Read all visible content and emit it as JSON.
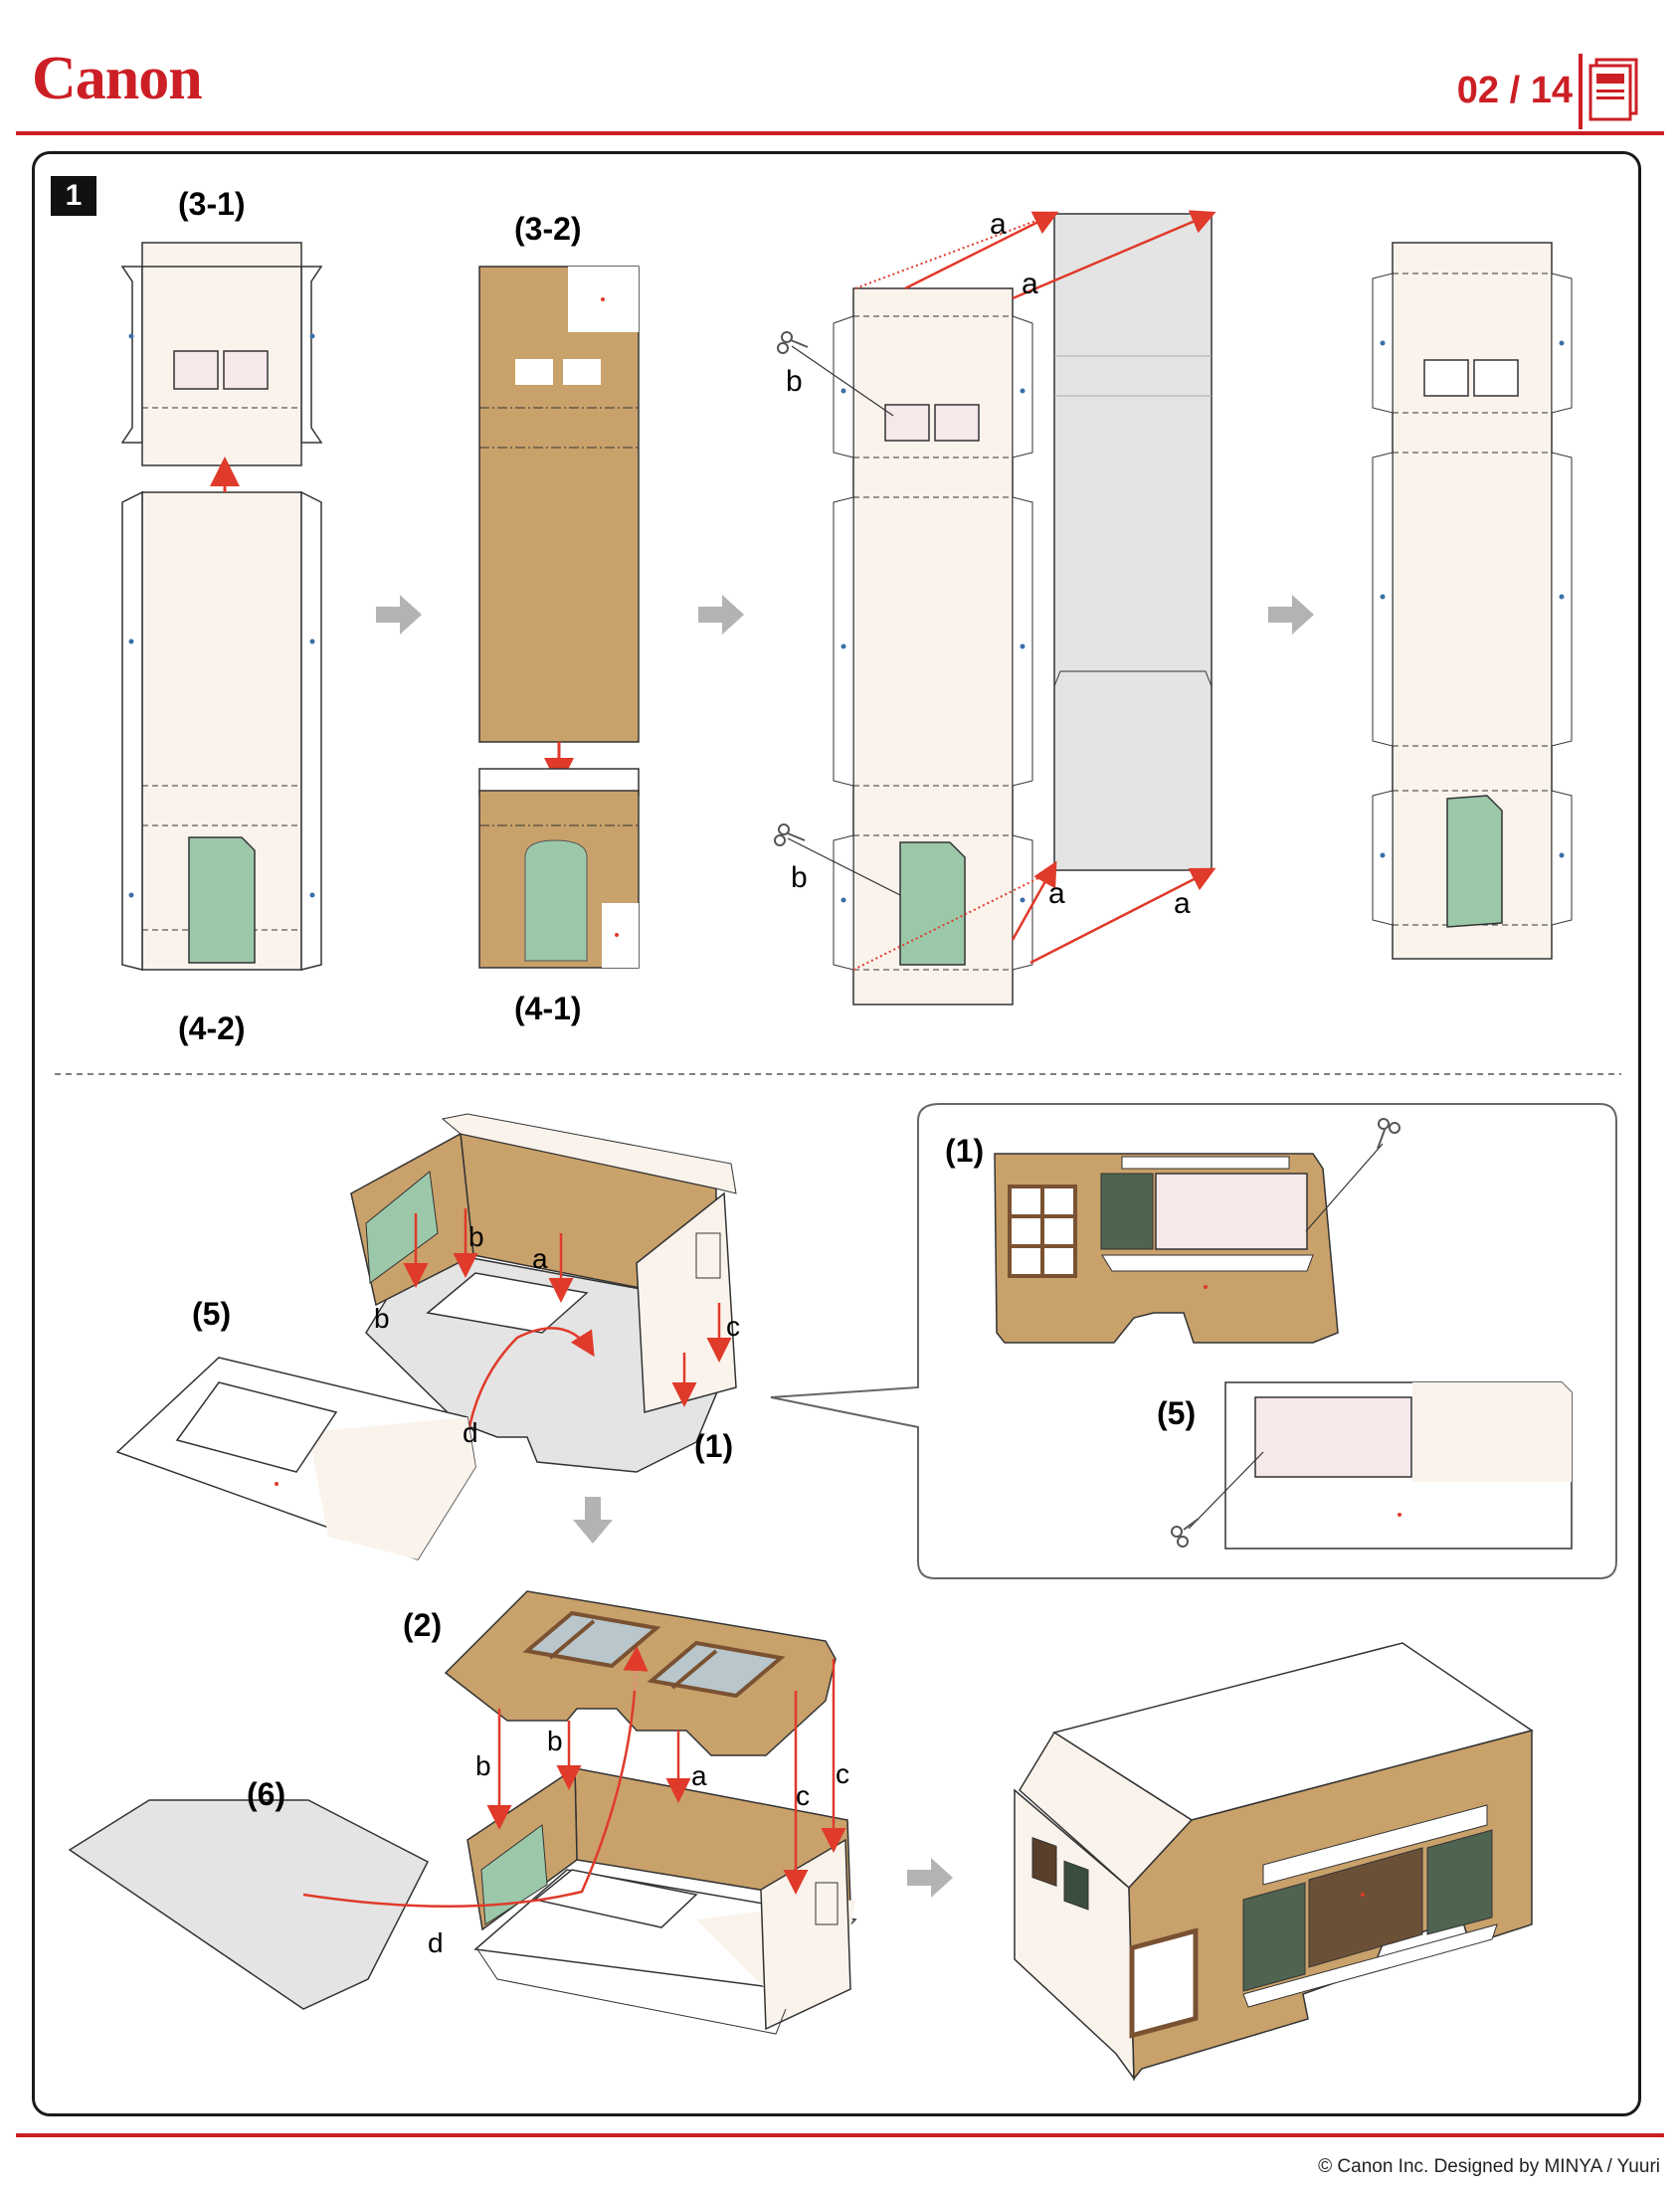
{
  "header": {
    "brand": "Canon",
    "page_number": "02 / 14"
  },
  "step": {
    "number": "1"
  },
  "parts": {
    "p3_1": "(3-1)",
    "p3_2": "(3-2)",
    "p4_1": "(4-1)",
    "p4_2": "(4-2)",
    "p1": "(1)",
    "p2": "(2)",
    "p5": "(5)",
    "p6": "(6)"
  },
  "letters": {
    "a": "a",
    "b": "b",
    "c": "c",
    "d": "d"
  },
  "footer": {
    "credit": "© Canon Inc. Designed by MINYA / Yuuri"
  },
  "colors": {
    "brand_red": "#cc1f25",
    "kraft": "#c9a16b",
    "cream": "#faf3ec",
    "pink": "#f7e8e9",
    "green": "#9cc8aa",
    "dark_green": "#4e6350",
    "grey": "#e4e4e4",
    "arrow_grey": "#b3b3b3"
  }
}
